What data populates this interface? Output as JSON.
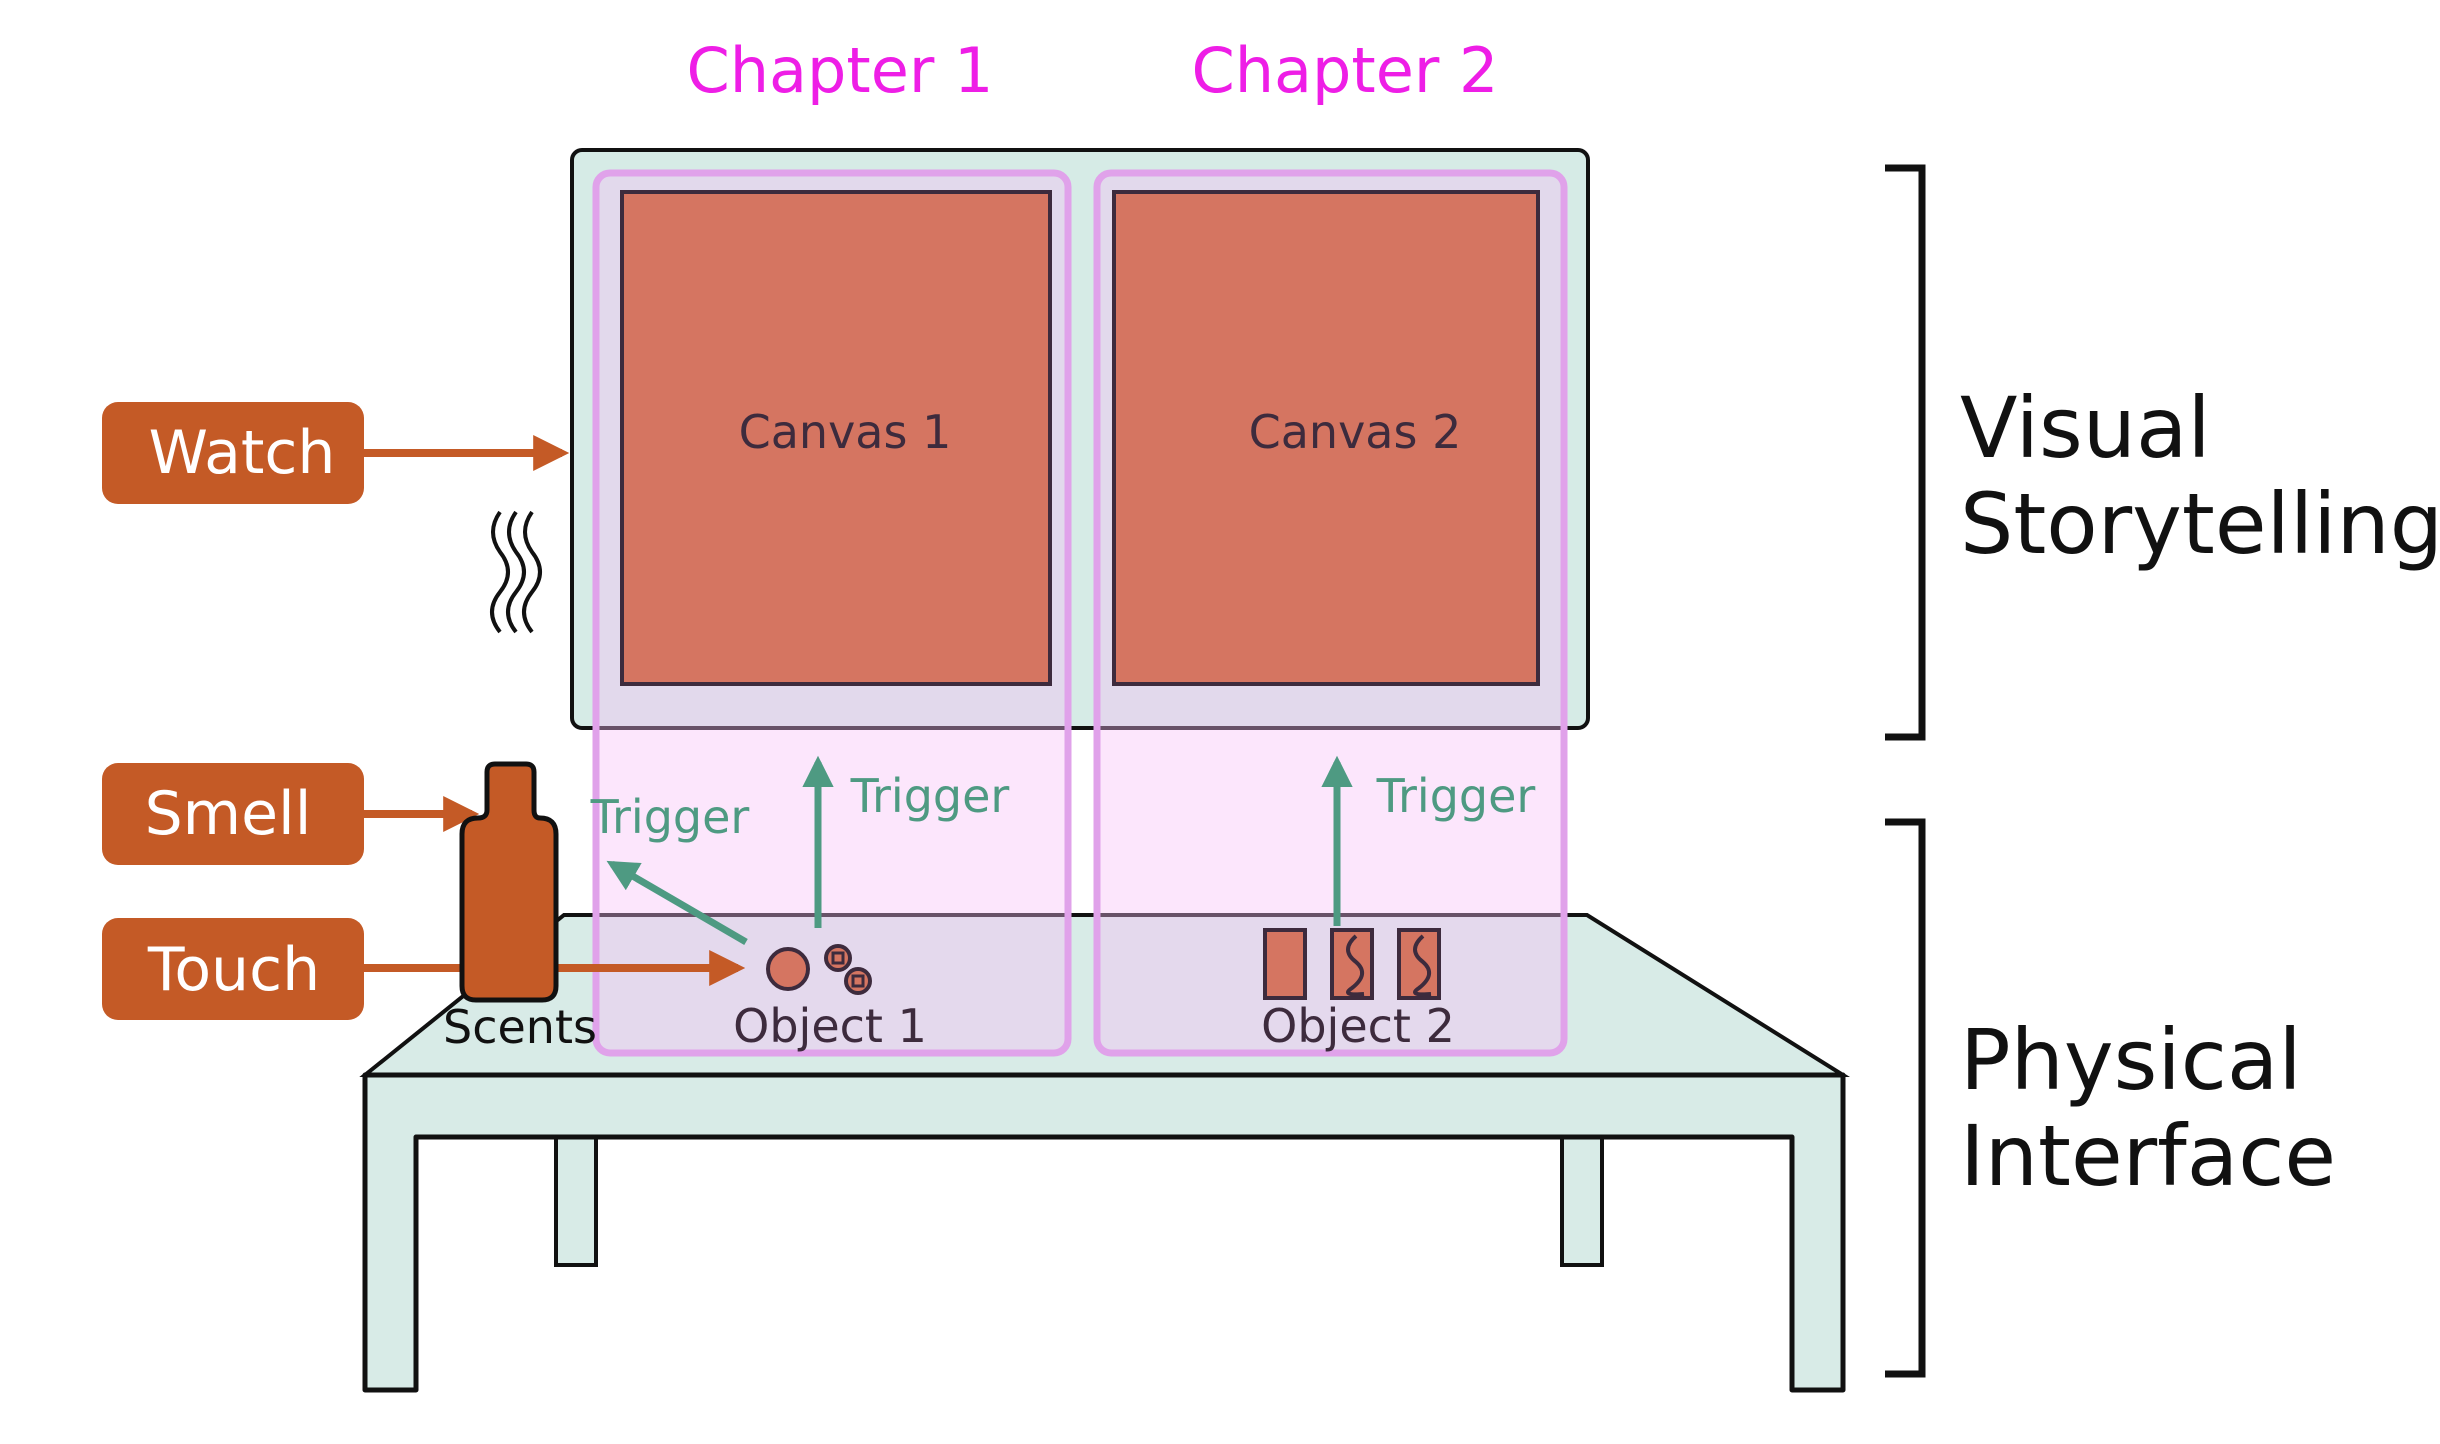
{
  "chapters": [
    {
      "title": "Chapter 1",
      "canvas_label": "Canvas 1",
      "object_label": "Object 1",
      "trigger_labels": [
        "Trigger",
        "Trigger"
      ]
    },
    {
      "title": "Chapter 2",
      "canvas_label": "Canvas 2",
      "object_label": "Object 2",
      "trigger_labels": [
        "Trigger"
      ]
    }
  ],
  "senses": [
    {
      "label": "Watch"
    },
    {
      "label": "Smell"
    },
    {
      "label": "Touch"
    }
  ],
  "scents_label": "Scents",
  "layers": {
    "visual": [
      "Visual",
      "Storytelling"
    ],
    "physical": [
      "Physical",
      "Interface"
    ]
  },
  "colors": {
    "chapter_title": "#ee1ee6",
    "chapter_band": "#f8c8f8",
    "chapter_border": "#e0a2ea",
    "screen_bg": "#d6ebe6",
    "canvas_fill": "#d57561",
    "sense_box": "#c45a26",
    "trigger": "#4e9a82",
    "table_fill": "#d8ebe7",
    "outline": "#111111"
  },
  "icons": [
    "arrow-right-icon",
    "arrow-up-icon",
    "scent-bottle-icon",
    "steam-icon",
    "bracket-icon"
  ]
}
